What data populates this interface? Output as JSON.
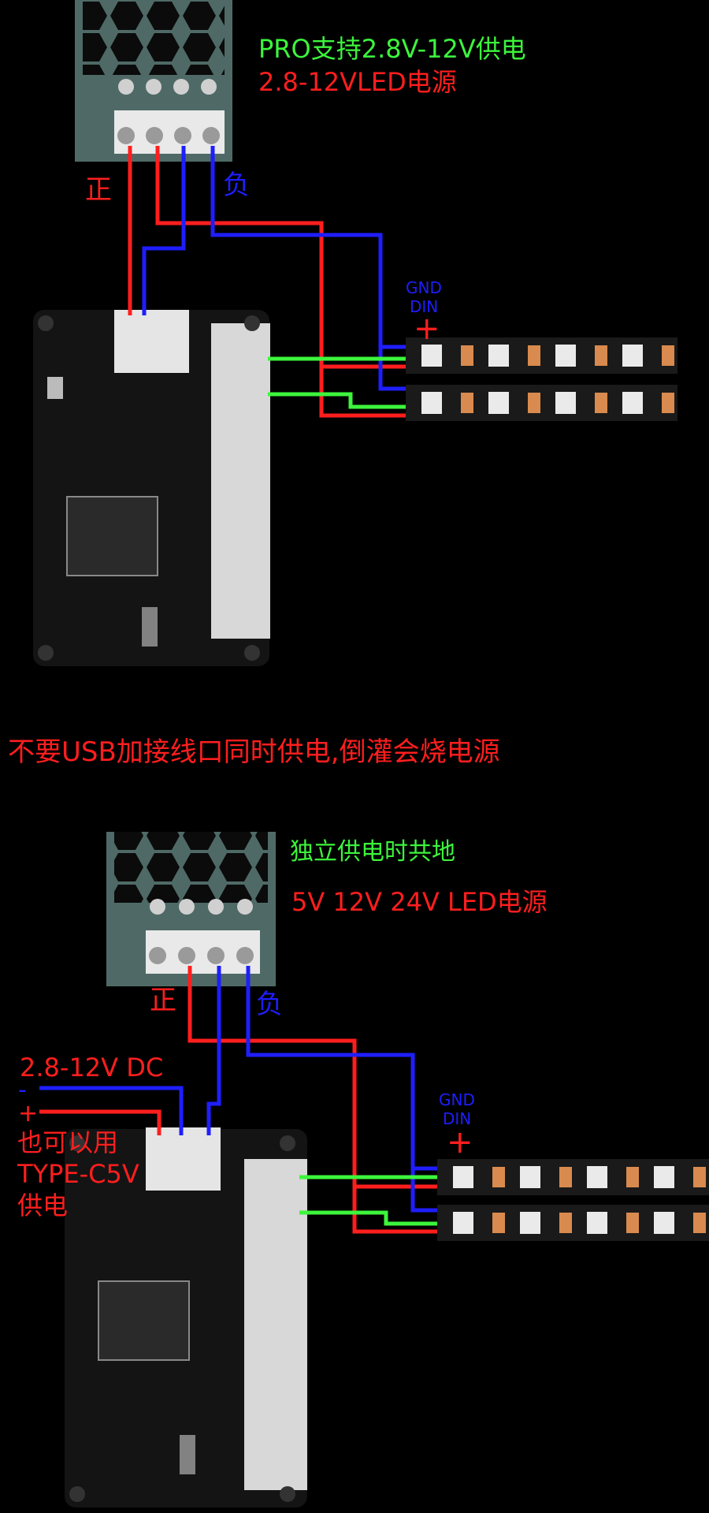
{
  "section1": {
    "heading_green": "PRO支持2.8V-12V供电",
    "heading_red": "2.8-12VLED电源",
    "label_positive": "正",
    "label_negative": "负",
    "strip_gnd": "GND",
    "strip_din": "DIN",
    "strip_plus": "+"
  },
  "warning": "不要USB加接线口同时供电,倒灌会烧电源",
  "section2": {
    "heading_green": "独立供电时共地",
    "heading_red": "5V 12V 24V LED电源",
    "label_positive": "正",
    "label_negative": "负",
    "dc_label": "2.8-12V DC",
    "dc_minus": "-",
    "dc_plus": "+",
    "typec_line1": "也可以用",
    "typec_line2": "TYPE-C5V",
    "typec_line3": "供电",
    "strip_gnd": "GND",
    "strip_din": "DIN",
    "strip_plus": "+"
  },
  "colors": {
    "green": "#3cf53c",
    "red": "#ff1e1e",
    "blue": "#1e1eff",
    "background": "#000000",
    "psu": "#4f6a66",
    "strip": "#1a1a1a",
    "led_pad": "#d98a4e"
  }
}
